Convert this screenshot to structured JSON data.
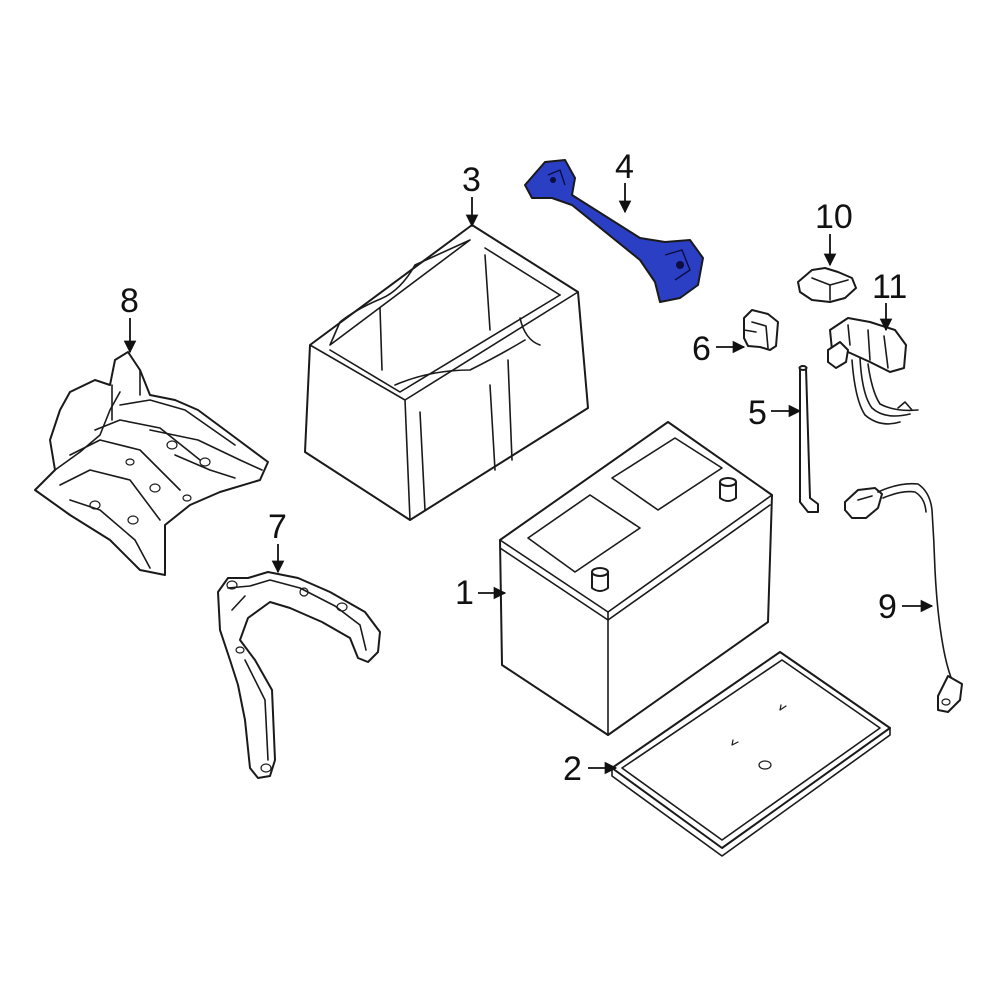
{
  "diagram": {
    "highlight_color": "#2b3fc4",
    "callouts": {
      "c1": "1",
      "c2": "2",
      "c3": "3",
      "c4": "4",
      "c5": "5",
      "c6": "6",
      "c7": "7",
      "c8": "8",
      "c9": "9",
      "c10": "10",
      "c11": "11"
    },
    "highlighted_part": "4"
  }
}
